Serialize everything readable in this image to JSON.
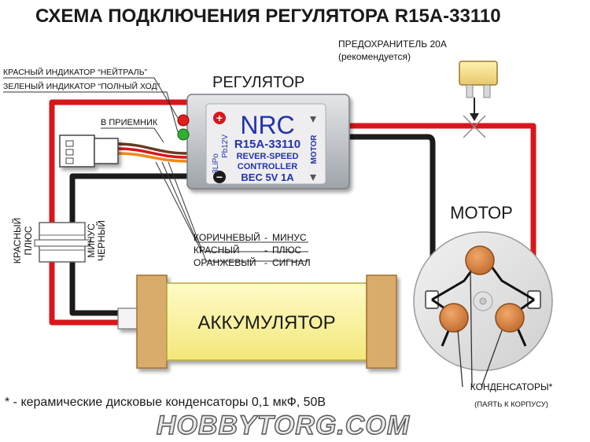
{
  "title": "СХЕМА ПОДКЛЮЧЕНИЯ РЕГУЛЯТОРА  R15A-33110",
  "fuse": {
    "label": "ПРЕДОХРАНИТЕЛЬ 20А",
    "note": "(рекомендуется)"
  },
  "indicators": {
    "red": "КРАСНЫЙ ИНДИКАТОР “НЕЙТРАЛЬ”",
    "green": "ЗЕЛЕНЫЙ ИНДИКАТОР “ПОЛНЫЙ ХОД”"
  },
  "receiver_label": "В ПРИЕМНИК",
  "regulator": {
    "heading": "РЕГУЛЯТОР",
    "brand": "NRC",
    "model": "R15A-33110",
    "line1": "REVER-SPEED",
    "line2": "CONTROLLER",
    "bec": "BEC 5V 1A",
    "side_left_1": "3LiPo",
    "side_left_2": "Pb12V",
    "side_right": "MOTOR",
    "plus": "+",
    "minus": "−"
  },
  "battery_leads": {
    "red_1": "КРАСНЫЙ",
    "red_2": "ПЛЮС",
    "black_1": "МИНУС",
    "black_2": "ЧЕРНЫЙ"
  },
  "signal_wires": [
    {
      "color": "КОРИЧНЕВЫЙ",
      "meaning": "МИНУС"
    },
    {
      "color": "КРАСНЫЙ",
      "meaning": "ПЛЮС"
    },
    {
      "color": "ОРАНЖЕВЫЙ",
      "meaning": "СИГНАЛ"
    }
  ],
  "battery_label": "АККУМУЛЯТОР",
  "motor_label": "МОТОР",
  "capacitors": {
    "label": "КОНДЕНСАТОРЫ*",
    "note": "(ПАЯТЬ К КОРПУСУ)"
  },
  "footnote": "* - керамические дисковые конденсаторы 0,1 мкФ, 50В",
  "watermark": "HOBBYTORG.COM",
  "colors": {
    "red_wire": "#d8161c",
    "black_wire": "#1b1b1b",
    "battery_fill": "#fbf39a",
    "battery_cap": "#d9ac6c",
    "capacitor": "#d9874a",
    "regulator_body": "#c9cdd1",
    "label_panel": "#eeeef0",
    "brand_blue": "#2233aa"
  }
}
